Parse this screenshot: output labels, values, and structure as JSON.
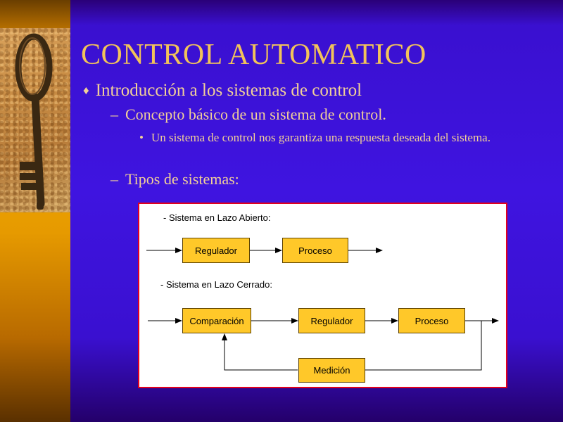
{
  "slide": {
    "title": "CONTROL AUTOMATICO",
    "bullets": {
      "l1": "Introducción a los sistemas de control",
      "l2a": "Concepto básico de un sistema de control.",
      "l3": "Un sistema de control nos garantiza una respuesta deseada del sistema.",
      "l2b": "Tipos de sistemas:"
    },
    "markers": {
      "l1": "♦",
      "l2": "–",
      "l3": "•"
    }
  },
  "diagram": {
    "open_loop": {
      "label": "- Sistema en Lazo Abierto:",
      "blocks": [
        "Regulador",
        "Proceso"
      ]
    },
    "closed_loop": {
      "label": "- Sistema en Lazo Cerrado:",
      "blocks": [
        "Comparación",
        "Regulador",
        "Proceso"
      ],
      "feedback": "Medición"
    },
    "colors": {
      "block_fill": "#ffc829",
      "border": "#e1001e",
      "arrow": "#000000"
    }
  },
  "theme": {
    "background": "#3f14e0",
    "sidebar": "#f2a900",
    "title_color": "#f2c35a",
    "text_color": "#f2d098"
  }
}
